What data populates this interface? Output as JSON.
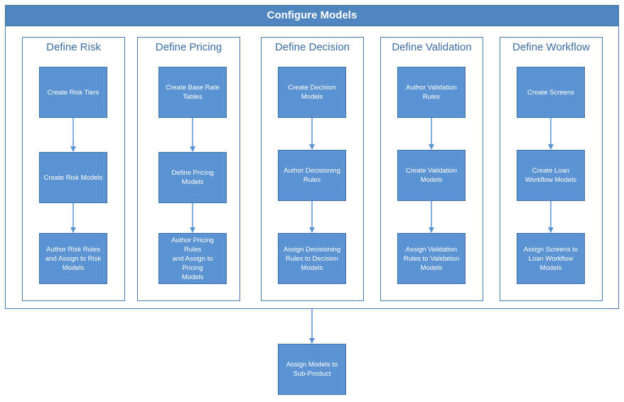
{
  "title": "Configure Models",
  "columns": [
    {
      "title": "Define Risk",
      "steps": [
        "Create Risk Tiers",
        "Create Risk Models",
        "Author Risk Rules\nand Assign to Risk\nModels"
      ]
    },
    {
      "title": "Define Pricing",
      "steps": [
        "Create Base Rate\nTables",
        "Define Pricing\nModels",
        "Author Pricing Rules\nand Assign to Pricing\nModels"
      ]
    },
    {
      "title": "Define Decision",
      "steps": [
        "Create Decision\nModels",
        "Author Decisioning\nRules",
        "Assign Decisioning\nRules to Decision\nModels"
      ]
    },
    {
      "title": "Define Validation",
      "steps": [
        "Author Validation\nRules",
        "Create Validation\nModels",
        "Assign Validation\nRules to Validation\nModels"
      ]
    },
    {
      "title": "Define Workflow",
      "steps": [
        "Create Screens",
        "Create Loan\nWorkflow Models",
        "Assign Screens to\nLoan Workflow\nModels"
      ]
    }
  ],
  "final_step": "Assign Models to\nSub-Product",
  "colors": {
    "box_fill": "#5b93d3",
    "header_fill": "#4f86c0",
    "border": "#4a7fb5",
    "arrow": "#5b93d3"
  }
}
